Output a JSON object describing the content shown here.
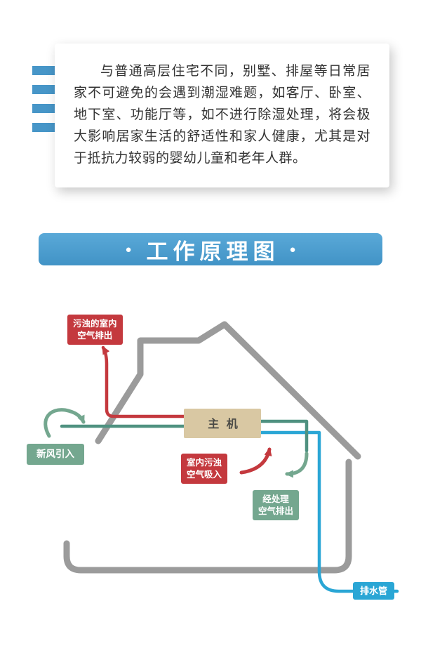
{
  "colors": {
    "stripe": "#4796c8",
    "banner": "#4c9fd0",
    "house": "#9b9b9b",
    "red": "#c4393e",
    "teal": "#4f9180",
    "green": "#74a78f",
    "blue": "#2aa6d5",
    "unit_fill": "#d9c8a3",
    "unit_text": "#4a4a46",
    "text": "#333333"
  },
  "intro": {
    "text": "与普通高层住宅不同，别墅、排屋等日常居家不可避免的会遇到潮湿难题，如客厅、卧室、地下室、功能厅等，如不进行除湿处理，将会极大影响居家生活的舒适性和家人健康，尤其是对于抵抗力较弱的婴幼儿童和老年人群。"
  },
  "banner": {
    "left_dot": "●",
    "title": "工作原理图",
    "right_dot": "●"
  },
  "diagram": {
    "main_unit": "主 机",
    "exhaust_label": [
      "污浊的室内",
      "空气排出"
    ],
    "fresh_label": "新风引入",
    "suction_label": [
      "室内污浊",
      "空气吸入"
    ],
    "treated_label": [
      "经处理",
      "空气排出"
    ],
    "drain_label": "排水管"
  }
}
